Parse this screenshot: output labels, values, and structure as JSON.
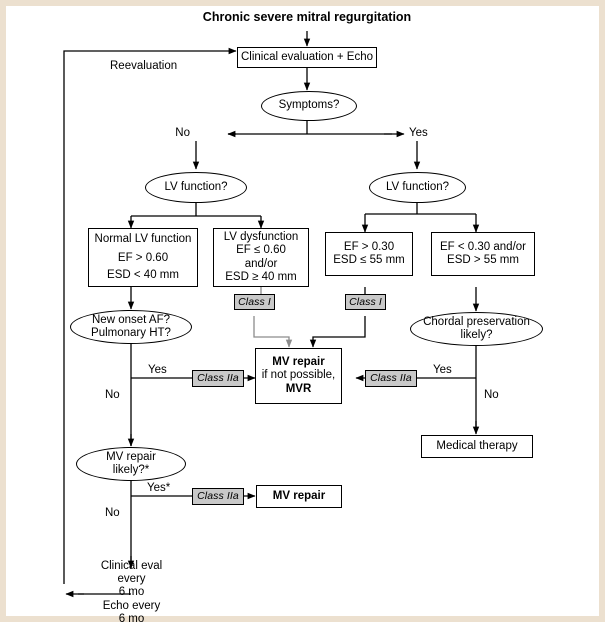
{
  "figure": {
    "title": "Chronic severe mitral regurgitation",
    "type": "clinical-decision-flowchart"
  },
  "nodes": {
    "clinical_eval": "Clinical evaluation + Echo",
    "symptoms": "Symptoms?",
    "lv_function_left": "LV function?",
    "lv_function_right": "LV function?",
    "normal_lv": {
      "l1": "Normal LV function",
      "l2": "EF > 0.60",
      "l3": "ESD < 40 mm"
    },
    "lv_dysfunction": {
      "l1": "LV dysfunction",
      "l2": "EF ≤ 0.60",
      "l3": "and/or",
      "l4": "ESD ≥ 40 mm"
    },
    "ef_gt_030": {
      "l1": "EF > 0.30",
      "l2": "ESD ≤ 55 mm"
    },
    "ef_lt_030": {
      "l1": "EF < 0.30 and/or",
      "l2": "ESD > 55 mm"
    },
    "new_onset": {
      "l1": "New onset AF?",
      "l2": "Pulmonary HT?"
    },
    "chordal": {
      "l1": "Chordal preservation",
      "l2": "likely?"
    },
    "mv_repair_mvr": {
      "l1": "MV repair",
      "l2": "if not possible,",
      "l3": "MVR"
    },
    "mv_repair_likely": {
      "l1": "MV repair",
      "l2": "likely?*"
    },
    "mv_repair": "MV repair",
    "medical_therapy": "Medical therapy",
    "followup": {
      "l1": "Clinical eval",
      "l2": "every",
      "l3": "6 mo",
      "l4": "Echo every",
      "l5": "6 mo"
    }
  },
  "class_labels": {
    "class_i_left": "Class I",
    "class_i_right": "Class I",
    "class_iia_left": "Class IIa",
    "class_iia_right": "Class IIa",
    "class_iia_bottom": "Class IIa"
  },
  "edge_labels": {
    "reevaluation": "Reevaluation",
    "symptoms_no": "No",
    "symptoms_yes": "Yes",
    "new_onset_yes": "Yes",
    "new_onset_no": "No",
    "chordal_yes": "Yes",
    "chordal_no": "No",
    "repair_likely_yes": "Yes*",
    "repair_likely_no": "No"
  },
  "colors": {
    "stroke": "#000000",
    "gray_stroke": "#8c8c8c",
    "class_fill": "#c9c9c9",
    "frame": "#ece0cf",
    "background": "#ffffff"
  }
}
